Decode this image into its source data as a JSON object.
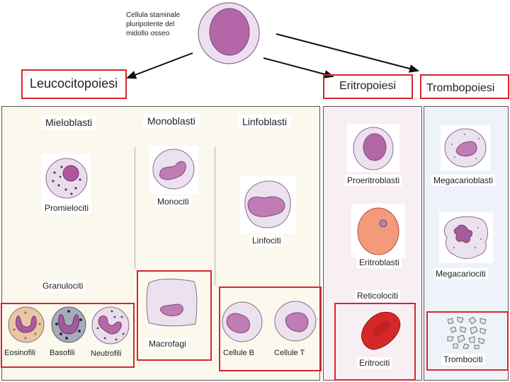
{
  "stem_cell": {
    "label_line1": "Cellula staminale",
    "label_line2": "pluripotente del",
    "label_line3": "midollo osseo"
  },
  "lineages": {
    "leucocitopoiesi": "Leucocitopoiesi",
    "eritropoiesi": "Eritropoiesi",
    "trombopoiesi": "Trombopoiesi"
  },
  "leuco": {
    "mieloblasti": "Mieloblasti",
    "monoblasti": "Monoblasti",
    "linfoblasti": "Linfoblasti",
    "promielociti": "Promielociti",
    "monociti": "Monociti",
    "linfociti": "Linfociti",
    "granulociti": "Granulociti",
    "eosinofili": "Eosinofili",
    "basofili": "Basofili",
    "neutrofili": "Neutrofili",
    "macrofagi": "Macrofagi",
    "cellule_b": "Cellule B",
    "cellule_t": "Cellule T"
  },
  "eritro": {
    "proeritroblasti": "Proeritroblasti",
    "eritroblasti": "Eritroblasti",
    "reticolociti": "Reticolociti",
    "eritrociti": "Eritrociti"
  },
  "trombo": {
    "megacarioblasti": "Megacarioblasti",
    "megacariociti": "Megacariociti",
    "trombociti": "Trombociti"
  },
  "colors": {
    "highlight": "#d6262b",
    "leuco_bg": "#fbf8ee",
    "eritro_bg": "#f8eff5",
    "trombo_bg": "#edf3f9",
    "nucleus": "#b56aa8",
    "cytoplasm": "#efe3f0"
  }
}
